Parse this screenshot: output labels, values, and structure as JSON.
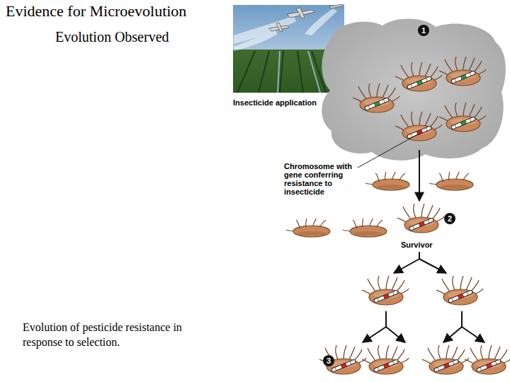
{
  "diagram": {
    "title": "Evidence for Microevolution",
    "caption": "Evolution of pesticide resistance in response to selection.",
    "labels": [
      "Evolution Observed",
      "Insecticide application",
      "Chromosome with gene conferring resistance to insecticide",
      "1",
      "2",
      "Survivor",
      "3"
    ]
  }
}
